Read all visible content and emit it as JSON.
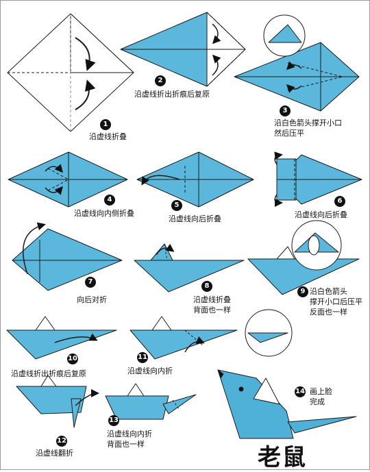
{
  "title": "老鼠",
  "colors": {
    "paper_blue": "#5bb8dc",
    "paper_white": "#ffffff",
    "outline": "#1a1a1a",
    "fold_line": "#333333",
    "mouse_body": "#4fb0d8"
  },
  "steps": [
    {
      "number": "1",
      "caption": "沿虚线折叠"
    },
    {
      "number": "2",
      "caption": "沿虚线折出折痕后复原"
    },
    {
      "number": "3",
      "caption": "沿白色箭头撑开小口\n然后压平"
    },
    {
      "number": "4",
      "caption": "沿虚线向内侧折叠"
    },
    {
      "number": "5",
      "caption": "沿虚线向后折叠"
    },
    {
      "number": "6",
      "caption": "沿虚线向后折叠"
    },
    {
      "number": "7",
      "caption": "向后对折"
    },
    {
      "number": "8",
      "caption": "沿虚线折叠\n背面也一样"
    },
    {
      "number": "9",
      "caption": "沿白色箭头\n撑开小口后压平\n反面也一样"
    },
    {
      "number": "10",
      "caption": "沿虚线折出折痕后复原"
    },
    {
      "number": "11",
      "caption": "沿虚线向内折"
    },
    {
      "number": "12",
      "caption": "沿虚线翻折"
    },
    {
      "number": "13",
      "caption": "沿虚线向内折\n背面也一样"
    },
    {
      "number": "14",
      "caption": "画上脸\n完成"
    }
  ]
}
